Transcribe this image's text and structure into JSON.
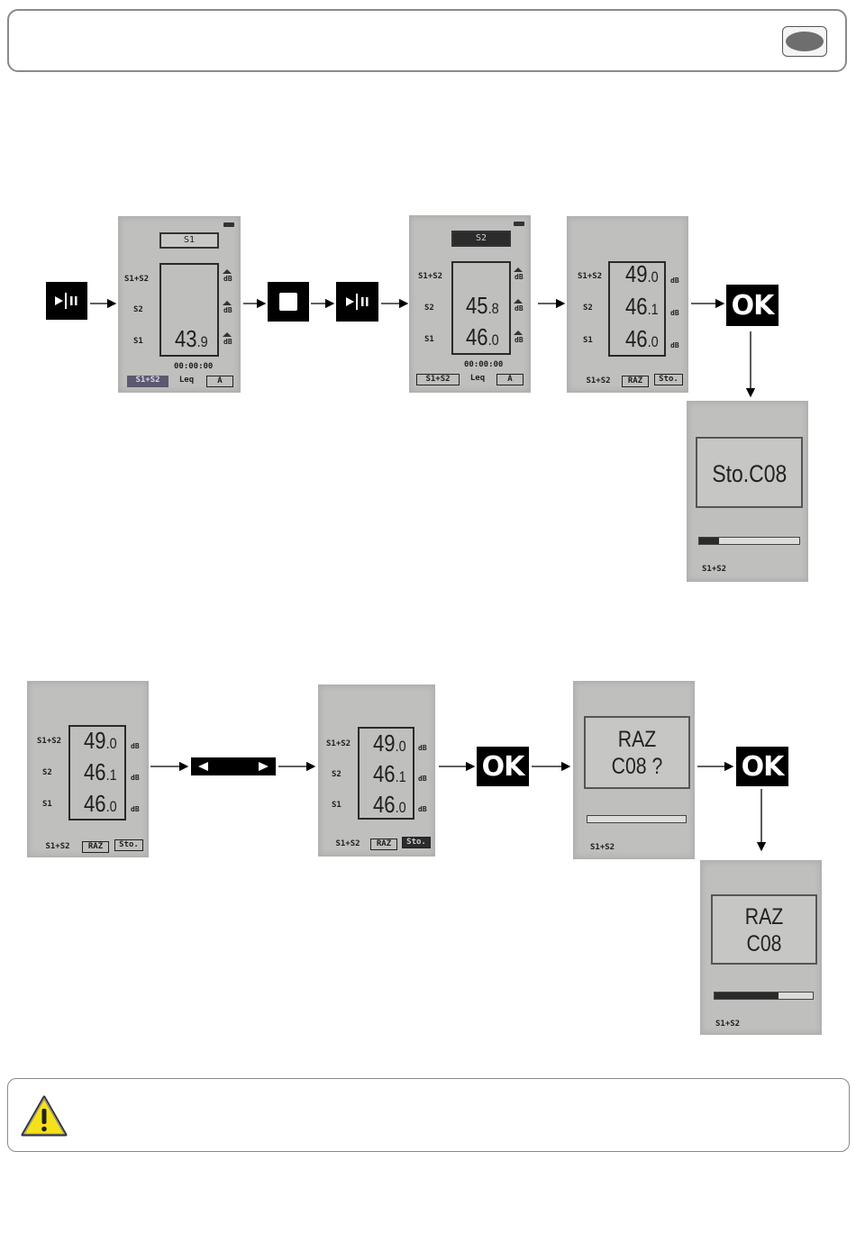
{
  "screens": {
    "a": {
      "title": "S1",
      "labels": [
        "S1+S2",
        "S2",
        "S1"
      ],
      "db": "dB",
      "values": [
        "43",
        "9"
      ],
      "timer": "00:00:00",
      "tabs": [
        "S1+S2",
        "Leq",
        "A"
      ]
    },
    "b": {
      "title": "S2",
      "labels": [
        "S1+S2",
        "S2",
        "S1"
      ],
      "db": "dB",
      "values": [
        [
          "45",
          "8"
        ],
        [
          "46",
          "0"
        ]
      ],
      "timer": "00:00:00",
      "tabs": [
        "S1+S2",
        "Leq",
        "A"
      ]
    },
    "c": {
      "labels": [
        "S1+S2",
        "S2",
        "S1"
      ],
      "db": "dB",
      "values": [
        [
          "49",
          "0"
        ],
        [
          "46",
          "1"
        ],
        [
          "46",
          "0"
        ]
      ],
      "tabs": [
        "S1+S2",
        "RAZ",
        "Sto."
      ]
    },
    "d": {
      "message": "Sto.C08",
      "progress": 0.2,
      "footer": "S1+S2"
    },
    "e": {
      "labels": [
        "S1+S2",
        "S2",
        "S1"
      ],
      "db": "dB",
      "values": [
        [
          "49",
          "0"
        ],
        [
          "46",
          "1"
        ],
        [
          "46",
          "0"
        ]
      ],
      "tabs": [
        "S1+S2",
        "RAZ",
        "Sto."
      ]
    },
    "f": {
      "labels": [
        "S1+S2",
        "S2",
        "S1"
      ],
      "db": "dB",
      "values": [
        [
          "49",
          "0"
        ],
        [
          "46",
          "1"
        ],
        [
          "46",
          "0"
        ]
      ],
      "tabs": [
        "S1+S2",
        "RAZ",
        "Sto."
      ]
    },
    "g": {
      "message_line1": "RAZ",
      "message_line2": "C08 ?",
      "progress": 0.0,
      "footer": "S1+S2"
    },
    "h": {
      "message_line1": "RAZ",
      "message_line2": "C08",
      "progress": 0.65,
      "footer": "S1+S2"
    }
  },
  "keys": {
    "ok_label": "OK",
    "play_pause_icon": "play-pause-icon",
    "stop_icon": "stop-icon",
    "left_right_icon": "left-right-arrows-icon"
  },
  "warning": {
    "icon": "warning-icon"
  }
}
